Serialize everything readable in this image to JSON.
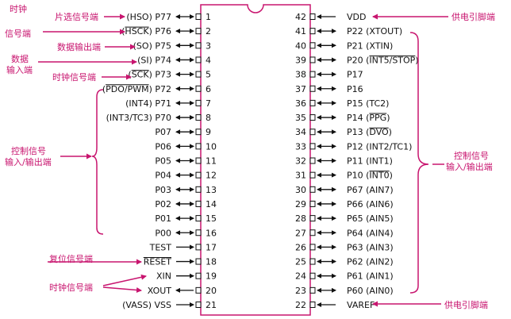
{
  "left_pins": [
    {
      "num": "1",
      "label": "(HSO) P77",
      "dir": "bi"
    },
    {
      "num": "2",
      "label": "(HSCK) P76",
      "dir": "bi",
      "over": "HSCK"
    },
    {
      "num": "3",
      "label": "(SO) P75",
      "dir": "bi"
    },
    {
      "num": "4",
      "label": "(SI) P74",
      "dir": "bi"
    },
    {
      "num": "5",
      "label": "(SCK) P73",
      "dir": "bi",
      "over": "SCK"
    },
    {
      "num": "6",
      "label": "(PDO/PWM) P72",
      "dir": "bi",
      "over": "PDO/PWM"
    },
    {
      "num": "7",
      "label": "(INT4) P71",
      "dir": "bi"
    },
    {
      "num": "8",
      "label": "(INT3/TC3) P70",
      "dir": "bi"
    },
    {
      "num": "9",
      "label": "P07",
      "dir": "bi"
    },
    {
      "num": "10",
      "label": "P06",
      "dir": "bi"
    },
    {
      "num": "11",
      "label": "P05",
      "dir": "bi"
    },
    {
      "num": "12",
      "label": "P04",
      "dir": "bi"
    },
    {
      "num": "13",
      "label": "P03",
      "dir": "bi"
    },
    {
      "num": "14",
      "label": "P02",
      "dir": "bi"
    },
    {
      "num": "15",
      "label": "P01",
      "dir": "bi"
    },
    {
      "num": "16",
      "label": "P00",
      "dir": "bi"
    },
    {
      "num": "17",
      "label": "TEST",
      "dir": "in"
    },
    {
      "num": "18",
      "label": "RESET",
      "dir": "in",
      "over": "RESET"
    },
    {
      "num": "19",
      "label": "XIN",
      "dir": "in"
    },
    {
      "num": "20",
      "label": "XOUT",
      "dir": "out"
    },
    {
      "num": "21",
      "label": "(VASS) VSS",
      "dir": "in"
    }
  ],
  "right_pins": [
    {
      "num": "42",
      "label": "VDD",
      "dir": "in"
    },
    {
      "num": "41",
      "label": "P22 (XTOUT)",
      "dir": "bi"
    },
    {
      "num": "40",
      "label": "P21 (XTIN)",
      "dir": "bi"
    },
    {
      "num": "39",
      "label": "P20 (INT5/STOP)",
      "dir": "bi",
      "over": "INT5/STOP"
    },
    {
      "num": "38",
      "label": "P17",
      "dir": "bi"
    },
    {
      "num": "37",
      "label": "P16",
      "dir": "bi"
    },
    {
      "num": "36",
      "label": "P15 (TC2)",
      "dir": "bi"
    },
    {
      "num": "35",
      "label": "P14 (PPG)",
      "dir": "bi",
      "over": "PPG"
    },
    {
      "num": "34",
      "label": "P13 (DVO)",
      "dir": "bi",
      "over": "DVO"
    },
    {
      "num": "33",
      "label": "P12 (INT2/TC1)",
      "dir": "bi"
    },
    {
      "num": "32",
      "label": "P11 (INT1)",
      "dir": "bi"
    },
    {
      "num": "31",
      "label": "P10 (INT0)",
      "dir": "bi",
      "over": "INT0"
    },
    {
      "num": "30",
      "label": "P67 (AIN7)",
      "dir": "bi"
    },
    {
      "num": "29",
      "label": "P66 (AIN6)",
      "dir": "bi"
    },
    {
      "num": "28",
      "label": "P65 (AIN5)",
      "dir": "bi"
    },
    {
      "num": "27",
      "label": "P64 (AIN4)",
      "dir": "bi"
    },
    {
      "num": "26",
      "label": "P63 (AIN3)",
      "dir": "bi"
    },
    {
      "num": "25",
      "label": "P62 (AIN2)",
      "dir": "bi"
    },
    {
      "num": "24",
      "label": "P61 (AIN1)",
      "dir": "bi"
    },
    {
      "num": "23",
      "label": "P60 (AIN0)",
      "dir": "bi"
    },
    {
      "num": "22",
      "label": "VAREF",
      "dir": "in"
    }
  ],
  "annotations": {
    "chip_select": "片选信号端",
    "clock_signal_a_line1": "时钟",
    "clock_signal_a_line2": "信号端",
    "data_output": "数据输出端",
    "data_input_line1": "数据",
    "data_input_line2": "输入端",
    "clock_signal_b": "时钟信号端",
    "control_left_line1": "控制信号",
    "control_left_line2": "输入/输出端",
    "reset_signal": "复位信号端",
    "clock_signal_c": "时钟信号端",
    "power_vdd": "供电引脚端",
    "control_right_line1": "控制信号",
    "control_right_line2": "输入/输出端",
    "power_varef": "供电引脚端"
  },
  "colors": {
    "accent": "#c8156f",
    "ink": "#111111",
    "chip_border": "#c8156f"
  }
}
